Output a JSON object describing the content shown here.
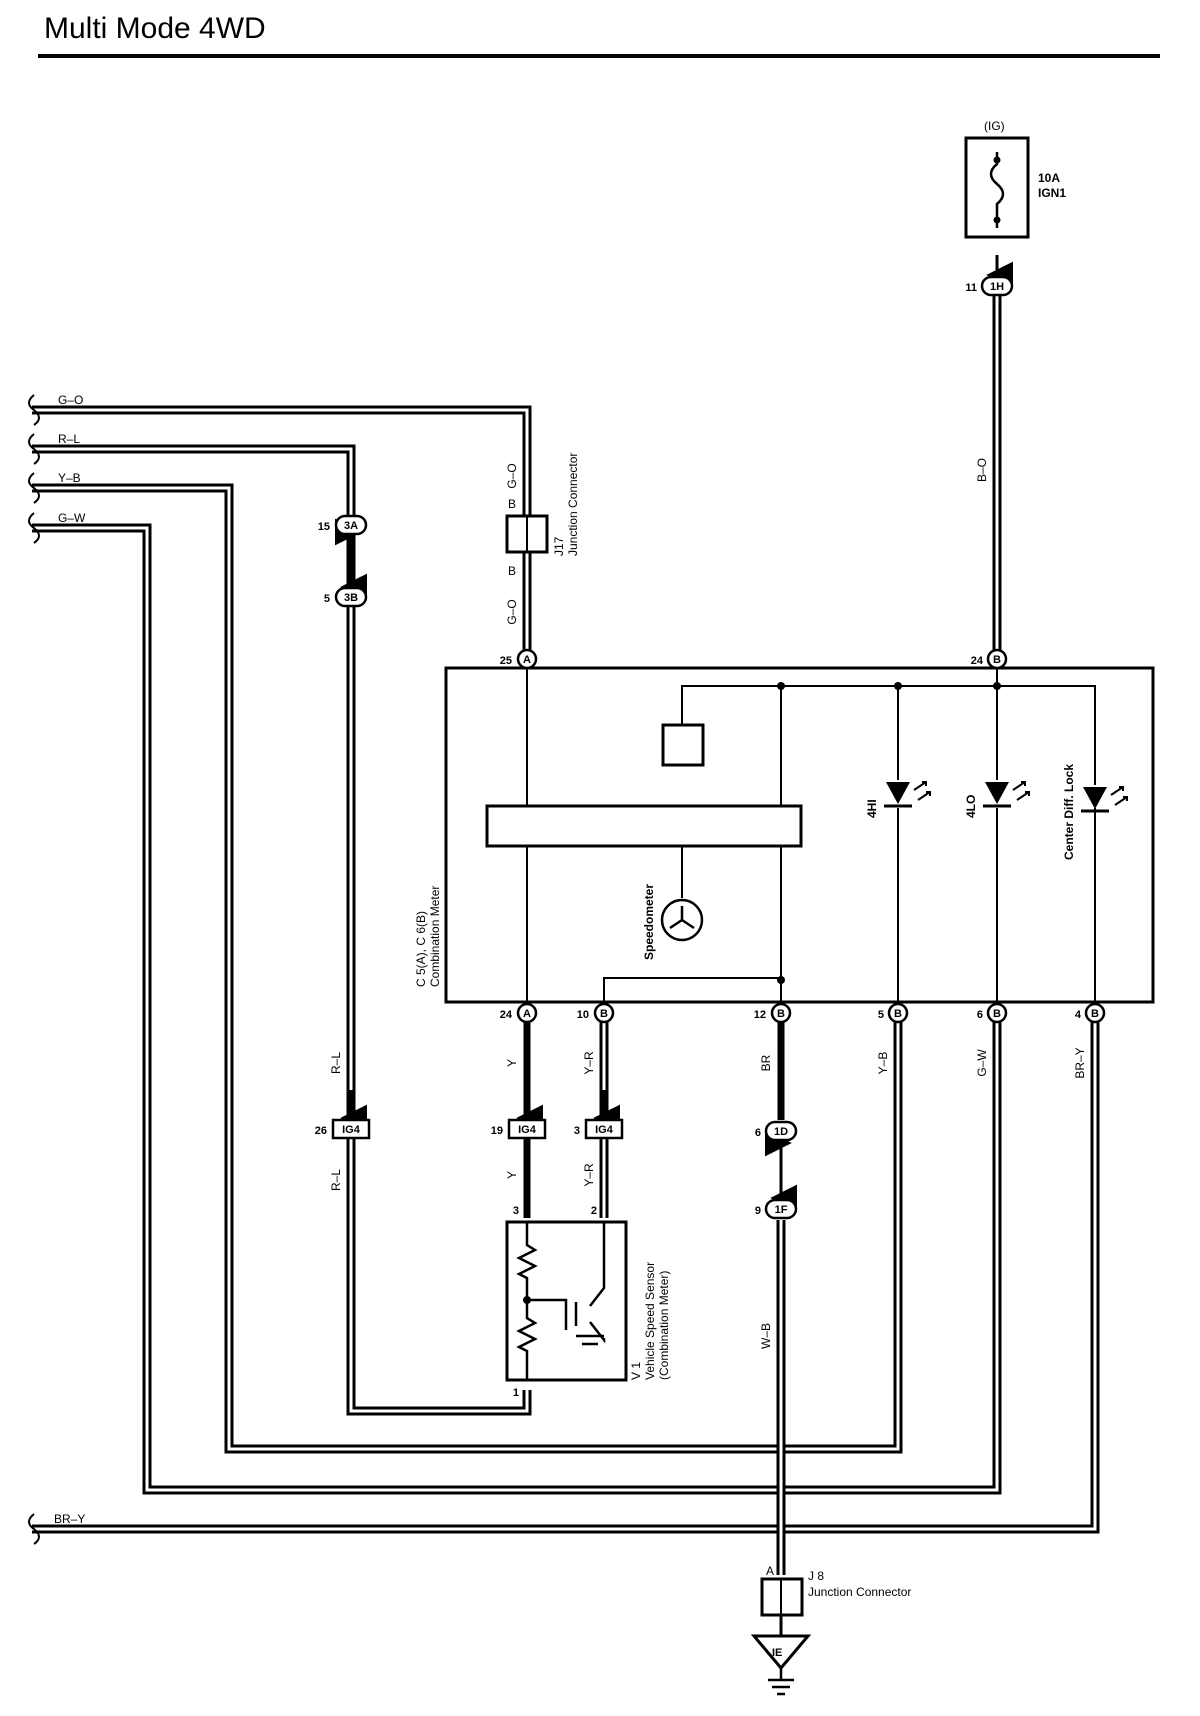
{
  "title": "Multi Mode 4WD",
  "power": {
    "source": "(IG)",
    "fuse_rating": "10A",
    "fuse_name": "IGN1"
  },
  "wire_labels": {
    "g_o": "G–O",
    "r_l": "R–L",
    "y_b": "Y–B",
    "g_w": "G–W",
    "br_y": "BR–Y",
    "b_o": "B–O",
    "b": "B",
    "y": "Y",
    "y_r": "Y–R",
    "br": "BR",
    "w_b": "W–B"
  },
  "connectors": {
    "c3a": "3A",
    "c3b": "3B",
    "c1h": "1H",
    "c1d": "1D",
    "c1f": "1F",
    "pin_a": "A",
    "pin_b": "B",
    "ig4": "IG4",
    "ie": "IE"
  },
  "pins": {
    "p15": "15",
    "p5": "5",
    "p11": "11",
    "p25": "25",
    "p24": "24",
    "p10": "10",
    "p12": "12",
    "p6": "6",
    "p4": "4",
    "p26": "26",
    "p19": "19",
    "p3": "3",
    "p9": "9",
    "p2": "2",
    "p1": "1"
  },
  "components": {
    "j17_id": "J17",
    "j17_name": "Junction Connector",
    "meter_ids": "C 5(A), C 6(B)",
    "meter_name": "Combination Meter",
    "speedometer": "Speedometer",
    "led_4hi": "4HI",
    "led_4lo": "4LO",
    "led_cdl": "Center Diff. Lock",
    "v1_id": "V 1",
    "v1_name": "Vehicle Speed Sensor",
    "v1_sub": "(Combination Meter)",
    "j8_id": "J 8",
    "j8_name": "Junction Connector",
    "j8_pin": "A"
  }
}
